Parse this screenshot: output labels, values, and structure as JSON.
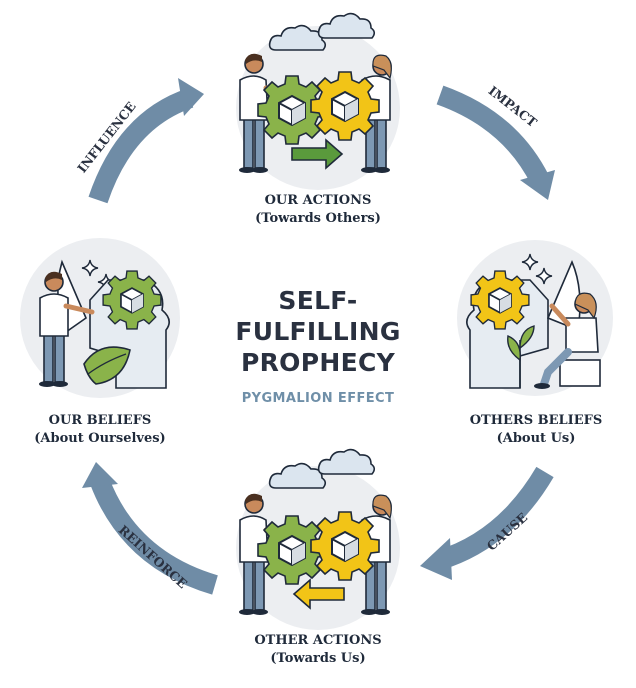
{
  "title": {
    "line1": "SELF-",
    "line2": "FULFILLING",
    "line3": "PROPHECY"
  },
  "subtitle": "PYGMALION EFFECT",
  "nodes": {
    "top": {
      "line1": "OUR ACTIONS",
      "line2": "(Towards Others)"
    },
    "right": {
      "line1": "OTHERS BELIEFS",
      "line2": "(About Us)"
    },
    "bottom": {
      "line1": "OTHER ACTIONS",
      "line2": "(Towards Us)"
    },
    "left": {
      "line1": "OUR BELIEFS",
      "line2": "(About Ourselves)"
    }
  },
  "arrows": {
    "influence": "INFLUENCE",
    "impact": "IMPACT",
    "cause": "CAUSE",
    "reinforce": "REINFORCE"
  },
  "colors": {
    "arrow": "#6f8ca6",
    "gear_green": "#8ab34a",
    "gear_yellow": "#f2c417",
    "circle_bg": "#eceef1",
    "skin": "#c98a5c",
    "shirt": "#ffffff",
    "pants": "#7d98b3",
    "hair_dark": "#4a3020",
    "hair_light": "#c9905a"
  }
}
